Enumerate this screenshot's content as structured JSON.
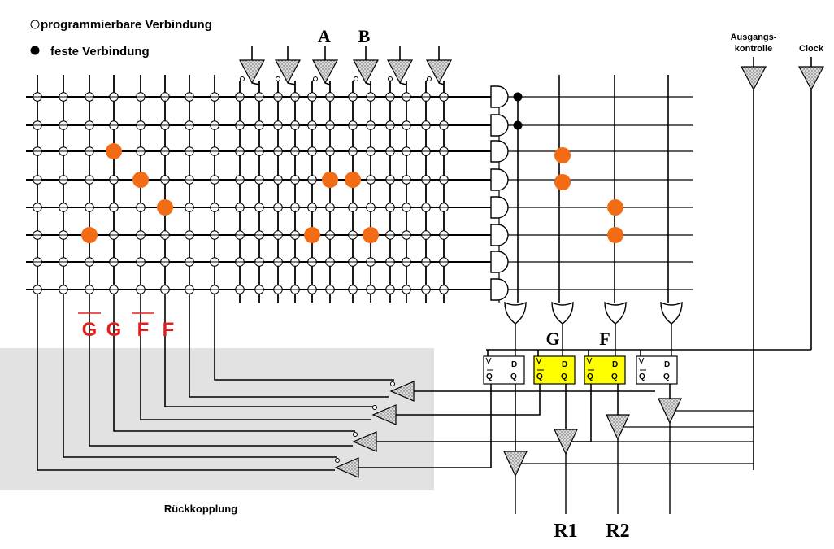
{
  "legend": {
    "programmable": "programmierbare Verbindung",
    "fixed": "feste Verbindung"
  },
  "inputs": {
    "a": "A",
    "b": "B"
  },
  "controls": {
    "output_control_1": "Ausgangs-",
    "output_control_2": "kontrolle",
    "clock": "Clock"
  },
  "feedback_signals": [
    "G",
    "G",
    "F",
    "F"
  ],
  "feedback_inverted": [
    true,
    false,
    true,
    false
  ],
  "flipflop_labels": {
    "g": "G",
    "f": "F"
  },
  "flipflop": {
    "d": "D",
    "q": "Q",
    "qbar": "Q",
    "clk": "V"
  },
  "feedback_label": "Rückkopplung",
  "outputs": {
    "r1": "R1",
    "r2": "R2"
  },
  "colors": {
    "fuse": "#f26b15",
    "feedback": "#e02020",
    "highlight": "#ffff00",
    "feedback_area": "#e2e2e2",
    "buffer_fill": "#d8d8d8"
  }
}
